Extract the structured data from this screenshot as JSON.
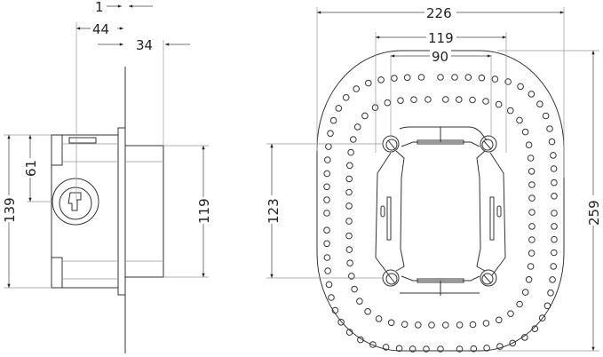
{
  "side_view": {
    "dimensions": {
      "plate_thickness": "1",
      "rear_depth": "44",
      "front_depth": "34",
      "outlet_height": "61",
      "body_height": "139",
      "front_height": "119"
    }
  },
  "front_view": {
    "dimensions": {
      "plate_width": "226",
      "frame_width": "119",
      "screw_spacing": "90",
      "screw_vertical_spacing": "123",
      "plate_height": "259"
    }
  }
}
